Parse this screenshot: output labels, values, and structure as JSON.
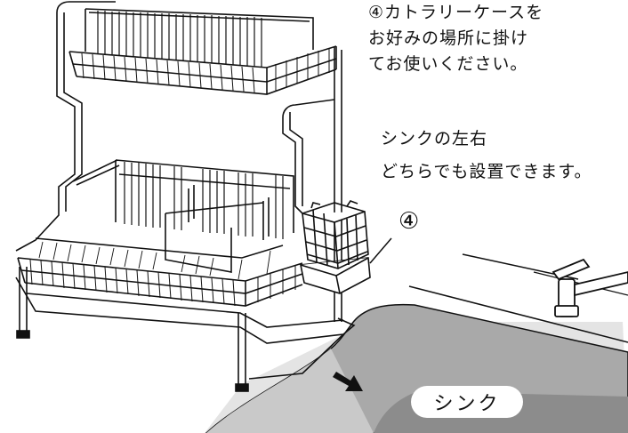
{
  "annotations": {
    "caption_cutlery": [
      "④カトラリーケースを",
      "お好みの場所に掛け",
      "てお使いください。"
    ],
    "caption_sides": [
      "シンクの左右",
      "どちらでも設置できます。"
    ],
    "marker_number": "④",
    "sink_label": "シンク"
  },
  "colors": {
    "line": "#111111",
    "sink_gray": "#a9a9a9",
    "sink_dark": "#8c8c8c",
    "sink_light": "#c9c9c9",
    "counter_gray": "#e4e4e4"
  }
}
